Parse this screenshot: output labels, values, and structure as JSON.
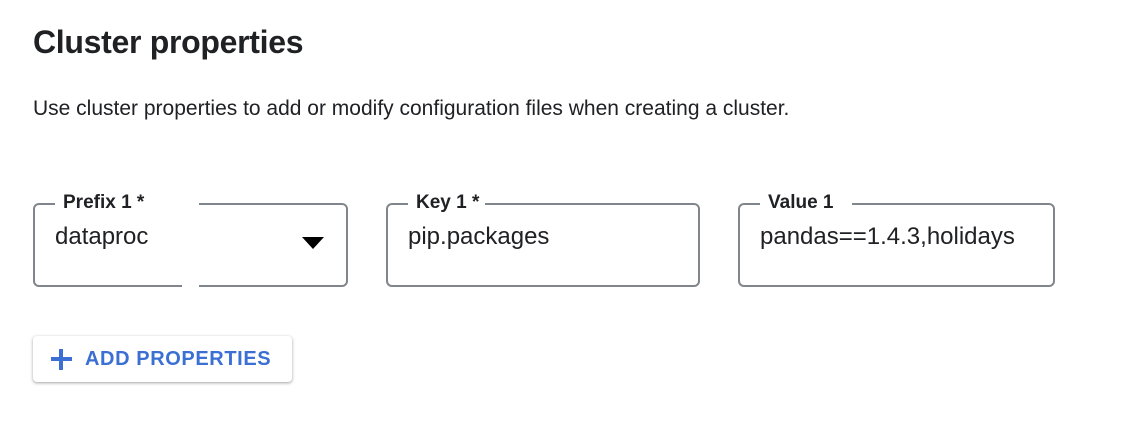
{
  "section": {
    "title": "Cluster properties",
    "description": "Use cluster properties to add or modify configuration files when creating a cluster."
  },
  "fields": [
    {
      "name": "prefix",
      "label": "Prefix 1 *",
      "value": "dataproc",
      "control": "select",
      "icon": "chevron-down-icon",
      "required": true
    },
    {
      "name": "key",
      "label": "Key 1 *",
      "value": "pip.packages",
      "control": "text",
      "required": true
    },
    {
      "name": "value",
      "label": "Value 1",
      "value": "pandas==1.4.3,holidays",
      "control": "text",
      "required": false,
      "truncated": true
    }
  ],
  "actions": {
    "add_properties": {
      "label": "ADD PROPERTIES",
      "icon": "plus-icon"
    }
  },
  "colors": {
    "accent": "#3b6fd4",
    "text": "#202124",
    "field_border": "#80868b",
    "background": "#ffffff"
  }
}
